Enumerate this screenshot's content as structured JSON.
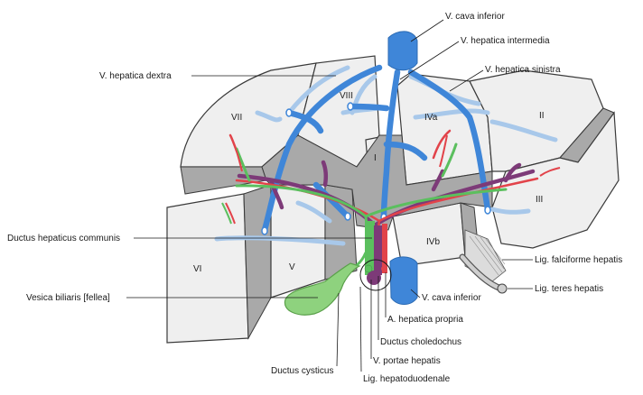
{
  "labels": {
    "vci_top": "V. cava inferior",
    "hep_intermedia": "V. hepatica intermedia",
    "hep_sinistra": "V. hepatica sinistra",
    "hep_dextra": "V. hepatica dextra",
    "ductus_hep_communis": "Ductus hepaticus communis",
    "vesica_biliaris": "Vesica biliaris [fellea]",
    "ductus_cysticus": "Ductus cysticus",
    "lig_hepatoduodenale": "Lig. hepatoduodenale",
    "v_portae": "V. portae hepatis",
    "ductus_choledochus": "Ductus choledochus",
    "a_hepatica": "A. hepatica propria",
    "vci_bottom": "V. cava inferior",
    "lig_teres": "Lig. teres hepatis",
    "lig_falciforme": "Lig. falciforme hepatis"
  },
  "segments": {
    "s1": "I",
    "s2": "II",
    "s3": "III",
    "s4a": "IVa",
    "s4b": "IVb",
    "s5": "V",
    "s6": "VI",
    "s7": "VII",
    "s8": "VIII"
  },
  "colors": {
    "vein": "#3f86d8",
    "vein_light": "#a8c8ea",
    "artery": "#e2434a",
    "bile": "#5bbf5e",
    "portal": "#7d3a78",
    "gallbladder": "#8ed27e"
  }
}
